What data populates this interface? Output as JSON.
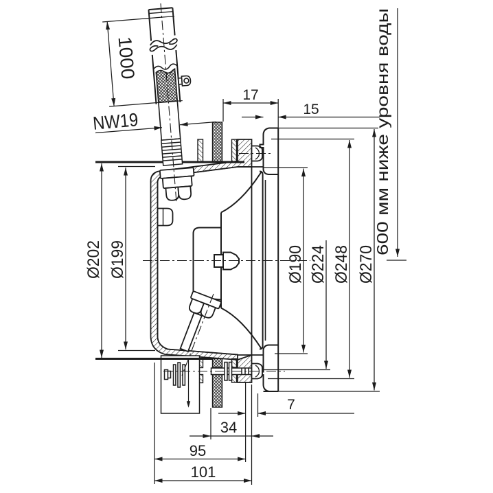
{
  "drawing": {
    "type": "technical-cross-section",
    "subject": "underwater pool light niche installation drawing",
    "line_color": "#1c1c1c",
    "background": "#ffffff",
    "dimensions": {
      "conduit_length": "1000",
      "conduit_size": "NW19",
      "offset_top_1": "17",
      "offset_top_2": "15",
      "dia_niche_outer": "Ø202",
      "dia_niche_inner": "Ø199",
      "dia_lamp_face": "Ø190",
      "dia_clamp_ring": "Ø224",
      "dia_flange": "Ø248",
      "dia_trim_ring": "Ø270",
      "depth_note": "600 мм ниже уровня воды",
      "offset_bottom_1": "7",
      "offset_bottom_2": "34",
      "offset_bottom_3": "95",
      "offset_bottom_4": "101"
    }
  }
}
